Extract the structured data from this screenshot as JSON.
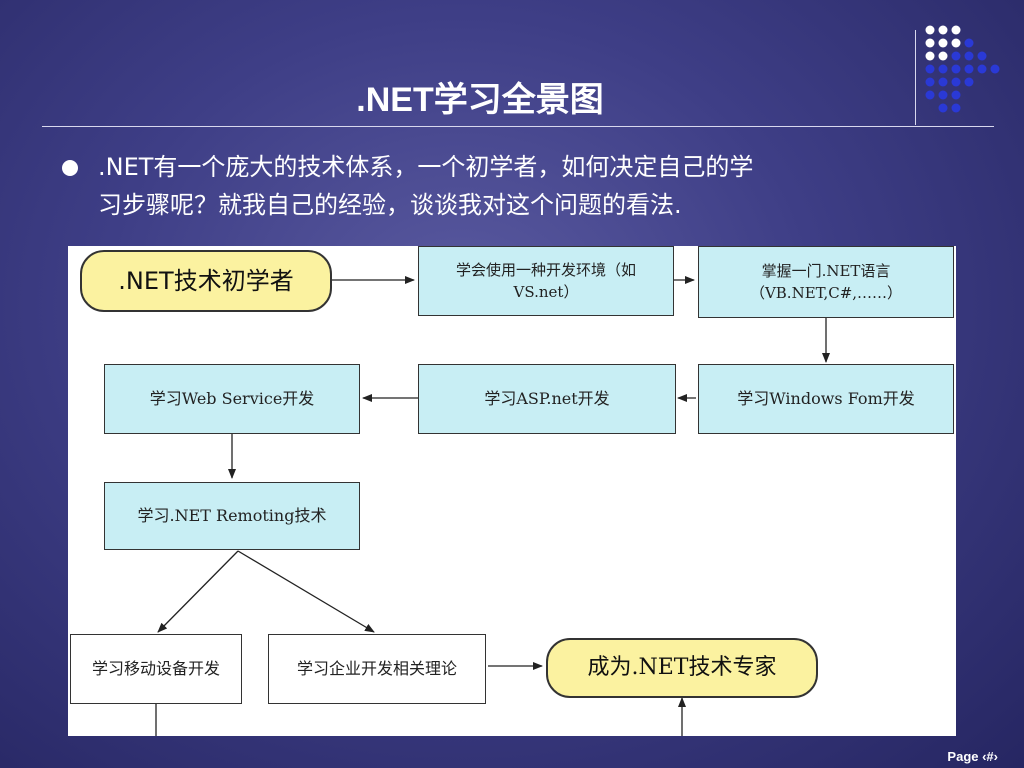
{
  "slide": {
    "title": ".NET学习全景图",
    "bullet_line1": ".NET有一个庞大的技术体系，一个初学者，如何决定自己的学",
    "bullet_line2": "习步骤呢？就我自己的经验，谈谈我对这个问题的看法.",
    "page_label": "Page ‹#›"
  },
  "diagram": {
    "start": ".NET技术初学者",
    "step_env_1": "学会使用一种开发环境（如",
    "step_env_2": "VS.net）",
    "step_lang_1": "掌握一门.NET语言",
    "step_lang_2": "（VB.NET,C#,……）",
    "step_winform": "学习Windows Fom开发",
    "step_asp": "学习ASP.net开发",
    "step_webservice": "学习Web Service开发",
    "step_remoting": "学习.NET Remoting技术",
    "step_mobile": "学习移动设备开发",
    "step_enterprise": "学习企业开发相关理论",
    "goal": "成为.NET技术专家"
  },
  "colors": {
    "background": "#3e3e86",
    "box_fill": "#c8eef4",
    "pill_fill": "#fbf2a0",
    "dot_white": "#ffffff",
    "dot_blue": "#2233cc"
  }
}
